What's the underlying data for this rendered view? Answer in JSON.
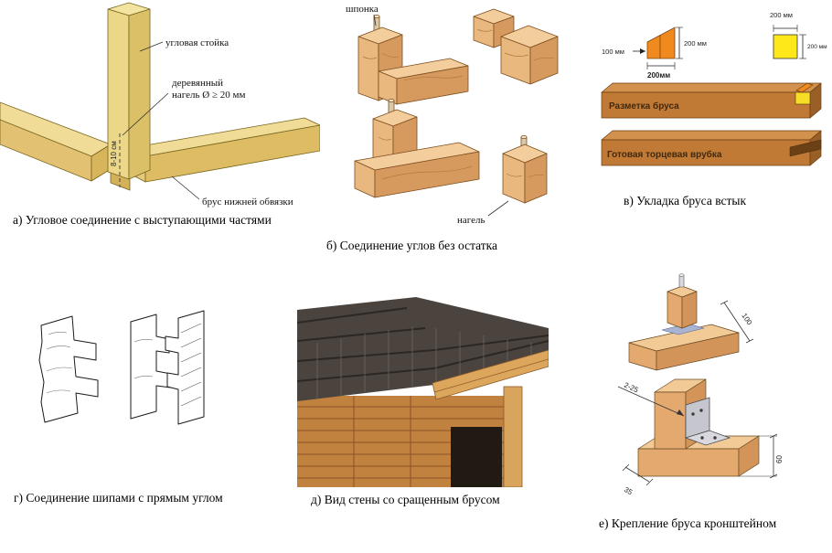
{
  "panel_a": {
    "caption": "а) Угловое соединение с выступающими частями",
    "labels": {
      "post": "угловая стойка",
      "dowel_line1": "деревянный",
      "dowel_line2": "нагель Ø ≥ 20 мм",
      "bottom_beam": "брус нижней обвязки",
      "depth_dim": "8-10 см"
    }
  },
  "panel_b": {
    "caption": "б) Соединение углов без остатка",
    "labels": {
      "spline": "шпонка",
      "dowel": "нагель"
    }
  },
  "panel_v": {
    "caption": "в) Укладка бруса встык",
    "dims": {
      "h100": "100 мм",
      "w200": "200 мм",
      "b200": "200мм"
    },
    "labels": {
      "marking": "Разметка бруса",
      "notch": "Готовая торцевая врубка"
    }
  },
  "panel_g": {
    "caption": "г) Соединение шипами с прямым углом"
  },
  "panel_d": {
    "caption": "д) Вид стены со сращенным брусом"
  },
  "panel_e": {
    "caption": "е) Крепление бруса кронштейном",
    "dims": {
      "d100": "100",
      "d2_25": "2-25",
      "d60": "60",
      "d35": "35"
    }
  },
  "colors": {
    "wood_light": "#F0DC96",
    "wood_plank": "#E9B87F",
    "accent_orange": "#F08A1E",
    "accent_yellow": "#FFE81A",
    "beam_front": "#C07A35",
    "roof_dark": "#4A433E"
  }
}
